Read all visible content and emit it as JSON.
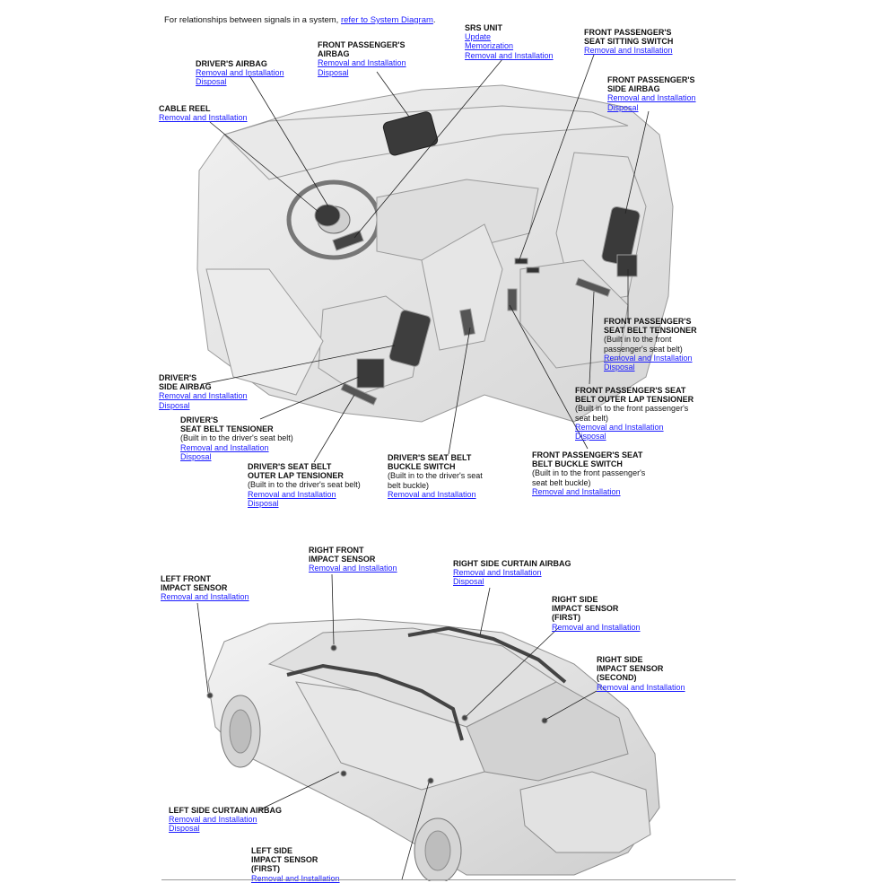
{
  "intro": {
    "text": "For relationships between signals in a system, ",
    "link": "refer to System Diagram",
    "suffix": "."
  },
  "interior": {
    "callouts": [
      {
        "id": "drivers-airbag",
        "title": "DRIVER'S AIRBAG",
        "links": [
          "Removal and Installation",
          "Disposal"
        ]
      },
      {
        "id": "front-passengers-airbag",
        "title": "FRONT PASSENGER'S\nAIRBAG",
        "links": [
          "Removal and Installation",
          "Disposal"
        ]
      },
      {
        "id": "srs-unit",
        "title": "SRS UNIT",
        "links": [
          "Update",
          "Memorization",
          "Removal and Installation"
        ]
      },
      {
        "id": "front-passengers-seat-sitting-switch",
        "title": "FRONT PASSENGER'S\nSEAT SITTING SWITCH",
        "links": [
          "Removal and Installation"
        ]
      },
      {
        "id": "front-passengers-side-airbag",
        "title": "FRONT PASSENGER'S\nSIDE AIRBAG",
        "links": [
          "Removal and Installation",
          "Disposal"
        ]
      },
      {
        "id": "cable-reel",
        "title": "CABLE REEL",
        "links": [
          "Removal and Installation"
        ]
      },
      {
        "id": "front-passengers-seat-belt-tensioner",
        "title": "FRONT PASSENGER'S\nSEAT BELT TENSIONER",
        "note": "(Built in to the front\npassenger's seat belt)",
        "links": [
          "Removal and Installation",
          "Disposal"
        ]
      },
      {
        "id": "front-passengers-seat-belt-outer-lap-tensioner",
        "title": "FRONT PASSENGER'S SEAT\nBELT OUTER LAP TENSIONER",
        "note": "(Built in to the front passenger's\nseat belt)",
        "links": [
          "Removal and Installation",
          "Disposal"
        ]
      },
      {
        "id": "drivers-side-airbag",
        "title": "DRIVER'S\nSIDE AIRBAG",
        "links": [
          "Removal and Installation",
          "Disposal"
        ]
      },
      {
        "id": "drivers-seat-belt-tensioner",
        "title": "DRIVER'S\nSEAT BELT TENSIONER",
        "note": "(Built in to the driver's seat belt)",
        "links": [
          "Removal and Installation",
          "Disposal"
        ]
      },
      {
        "id": "drivers-seat-belt-outer-lap-tensioner",
        "title": "DRIVER'S SEAT BELT\nOUTER LAP TENSIONER",
        "note": "(Built in to the driver's seat belt)",
        "links": [
          "Removal and Installation",
          "Disposal"
        ]
      },
      {
        "id": "drivers-seat-belt-buckle-switch",
        "title": "DRIVER'S SEAT BELT\nBUCKLE SWITCH",
        "note": "(Built in to the driver's seat\nbelt buckle)",
        "links": [
          "Removal and Installation"
        ]
      },
      {
        "id": "front-passengers-seat-belt-buckle-switch",
        "title": "FRONT PASSENGER'S SEAT\nBELT BUCKLE SWITCH",
        "note": "(Built in to the front passenger's\nseat belt buckle)",
        "links": [
          "Removal and Installation"
        ]
      }
    ]
  },
  "exterior": {
    "callouts": [
      {
        "id": "right-front-impact-sensor",
        "title": "RIGHT FRONT\nIMPACT SENSOR",
        "links": [
          "Removal and Installation"
        ]
      },
      {
        "id": "right-side-curtain-airbag",
        "title": "RIGHT SIDE CURTAIN AIRBAG",
        "links": [
          "Removal and Installation",
          "Disposal"
        ]
      },
      {
        "id": "left-front-impact-sensor",
        "title": "LEFT FRONT\nIMPACT SENSOR",
        "links": [
          "Removal and Installation"
        ]
      },
      {
        "id": "right-side-impact-sensor-first",
        "title": "RIGHT SIDE\nIMPACT SENSOR\n(FIRST)",
        "links": [
          "Removal and Installation"
        ]
      },
      {
        "id": "right-side-impact-sensor-second",
        "title": "RIGHT SIDE\nIMPACT SENSOR\n(SECOND)",
        "links": [
          "Removal and Installation"
        ]
      },
      {
        "id": "left-side-curtain-airbag",
        "title": "LEFT SIDE CURTAIN AIRBAG",
        "links": [
          "Removal and Installation",
          "Disposal"
        ]
      },
      {
        "id": "left-side-impact-sensor-first",
        "title": "LEFT SIDE\nIMPACT SENSOR\n(FIRST)",
        "links": [
          "Removal and Installation"
        ]
      }
    ]
  }
}
